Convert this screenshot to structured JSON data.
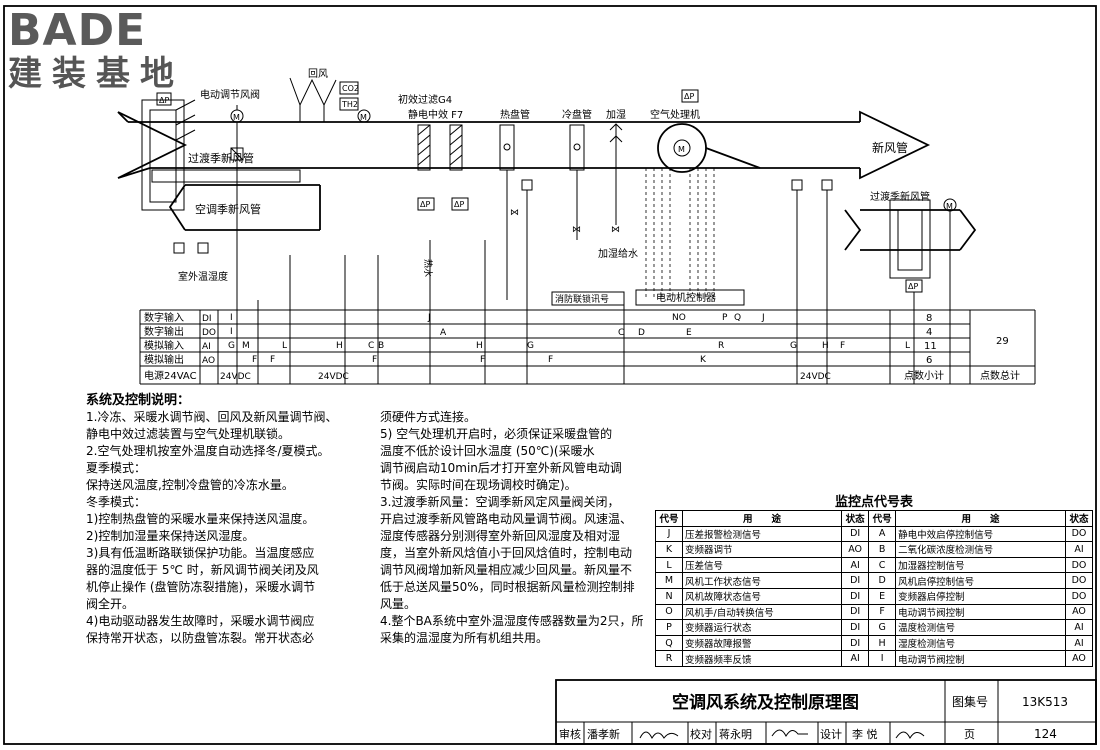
{
  "logo": {
    "brand": "BADE",
    "subtitle": "建装基地"
  },
  "diagram": {
    "return_air": "回风",
    "co2": "CO2",
    "th2": "TH2",
    "motor_damper_top": "电动调节风阀",
    "transition_fresh_left": "过渡季新风管",
    "ac_fresh_left": "空调季新风管",
    "outdoor_th": "室外温湿度",
    "filter_g4": "初效过滤G4",
    "electrostatic": "静电中效 F7",
    "heating_coil": "热盘管",
    "cooling_coil": "冷盘管",
    "humidify": "加湿",
    "ahu": "空气处理机",
    "fresh_duct": "新风管",
    "transition_fresh_right": "过渡季新风管",
    "heat_water": "热水",
    "humid_feed": "加湿给水",
    "fire_signal": "消防联锁讯号",
    "motor_control": "电动机控制器",
    "ctrl_labels": [
      "G",
      "M",
      "L",
      "H",
      "I",
      "C",
      "B",
      "A",
      "D",
      "E",
      "F",
      "J",
      "K",
      "N",
      "O",
      "P",
      "Q",
      "R"
    ]
  },
  "io_table": {
    "rows": [
      {
        "label": "数字输入",
        "code": "DI",
        "count": "8"
      },
      {
        "label": "数字输出",
        "code": "DO",
        "count": "4"
      },
      {
        "label": "模拟输入",
        "code": "AI",
        "count": "11"
      },
      {
        "label": "模拟输出",
        "code": "AO",
        "count": "6"
      },
      {
        "label": "电源24VAC",
        "code": "",
        "count": ""
      }
    ],
    "total": "29",
    "subtotal_label": "点数小计",
    "total_label": "点数总计",
    "power": "24VDC"
  },
  "description": {
    "heading": "系统及控制说明：",
    "col1": [
      "1.冷冻、采暖水调节阀、回风及新风量调节阀、",
      "静电中效过滤装置与空气处理机联锁。",
      "2.空气处理机按室外温度自动选择冬/夏模式。",
      "  夏季模式：",
      "  保持送风温度,控制冷盘管的冷冻水量。",
      "  冬季模式：",
      "  1)控制热盘管的采暖水量来保持送风温度。",
      "  2)控制加湿量来保持送风湿度。",
      "  3)具有低温断路联锁保护功能。当温度感应",
      "  器的温度低于 5℃ 时，新风调节阀关闭及风",
      "  机停止操作 (盘管防冻裂措施)，采暖水调节",
      "  阀全开。",
      "  4)电动驱动器发生故障时，采暖水调节阀应",
      "  保持常开状态，以防盘管冻裂。常开状态必"
    ],
    "col2": [
      "须硬件方式连接。",
      "  5) 空气处理机开启时，必须保证采暖盘管的",
      "温度不低於设计回水温度 (50℃)(采暖水",
      "调节阀启动10min后才打开室外新风管电动调",
      "节阀。实际时间在现场调校时确定)。",
      "3.过渡季新风量：空调季新风定风量阀关闭，",
      "  开启过渡季新风管路电动风量调节阀。风速温、",
      "湿度传感器分别测得室外新回风湿度及相对湿",
      "度，当室外新风焓值小于回风焓值时，控制电动",
      "调节风阀增加新风量相应减少回风量。新风量不",
      "低于总送风量50%，同时根据新风量检测控制排",
      "风量。",
      "4.整个BA系统中室外温湿度传感器数量为2只，所",
      "采集的温湿度为所有机组共用。"
    ]
  },
  "monitor_table": {
    "title": "监控点代号表",
    "headers": [
      "代号",
      "用　　途",
      "状态",
      "代号",
      "用　　途",
      "状态"
    ],
    "rows": [
      [
        "J",
        "压差报警检测信号",
        "DI",
        "A",
        "静电中效启停控制信号",
        "DO"
      ],
      [
        "K",
        "变频器调节",
        "AO",
        "B",
        "二氧化碳浓度检测信号",
        "AI"
      ],
      [
        "L",
        "压差信号",
        "AI",
        "C",
        "加湿器控制信号",
        "DO"
      ],
      [
        "M",
        "风机工作状态信号",
        "DI",
        "D",
        "风机启停控制信号",
        "DO"
      ],
      [
        "N",
        "风机故障状态信号",
        "DI",
        "E",
        "变频器启停控制",
        "DO"
      ],
      [
        "O",
        "风机手/自动转换信号",
        "DI",
        "F",
        "电动调节阀控制",
        "AO"
      ],
      [
        "P",
        "变频器运行状态",
        "DI",
        "G",
        "温度检测信号",
        "AI"
      ],
      [
        "Q",
        "变频器故障报警",
        "DI",
        "H",
        "湿度检测信号",
        "AI"
      ],
      [
        "R",
        "变频器频率反馈",
        "AI",
        "I",
        "电动调节阀控制",
        "AO"
      ]
    ]
  },
  "title_block": {
    "title": "空调风系统及控制原理图",
    "atlas_label": "图集号",
    "atlas_no": "13K513",
    "review_label": "审核",
    "reviewer": "潘孝新",
    "check_label": "校对",
    "checker": "蒋永明",
    "design_label": "设计",
    "designer": "李 悦",
    "page_label": "页",
    "page_no": "124"
  }
}
